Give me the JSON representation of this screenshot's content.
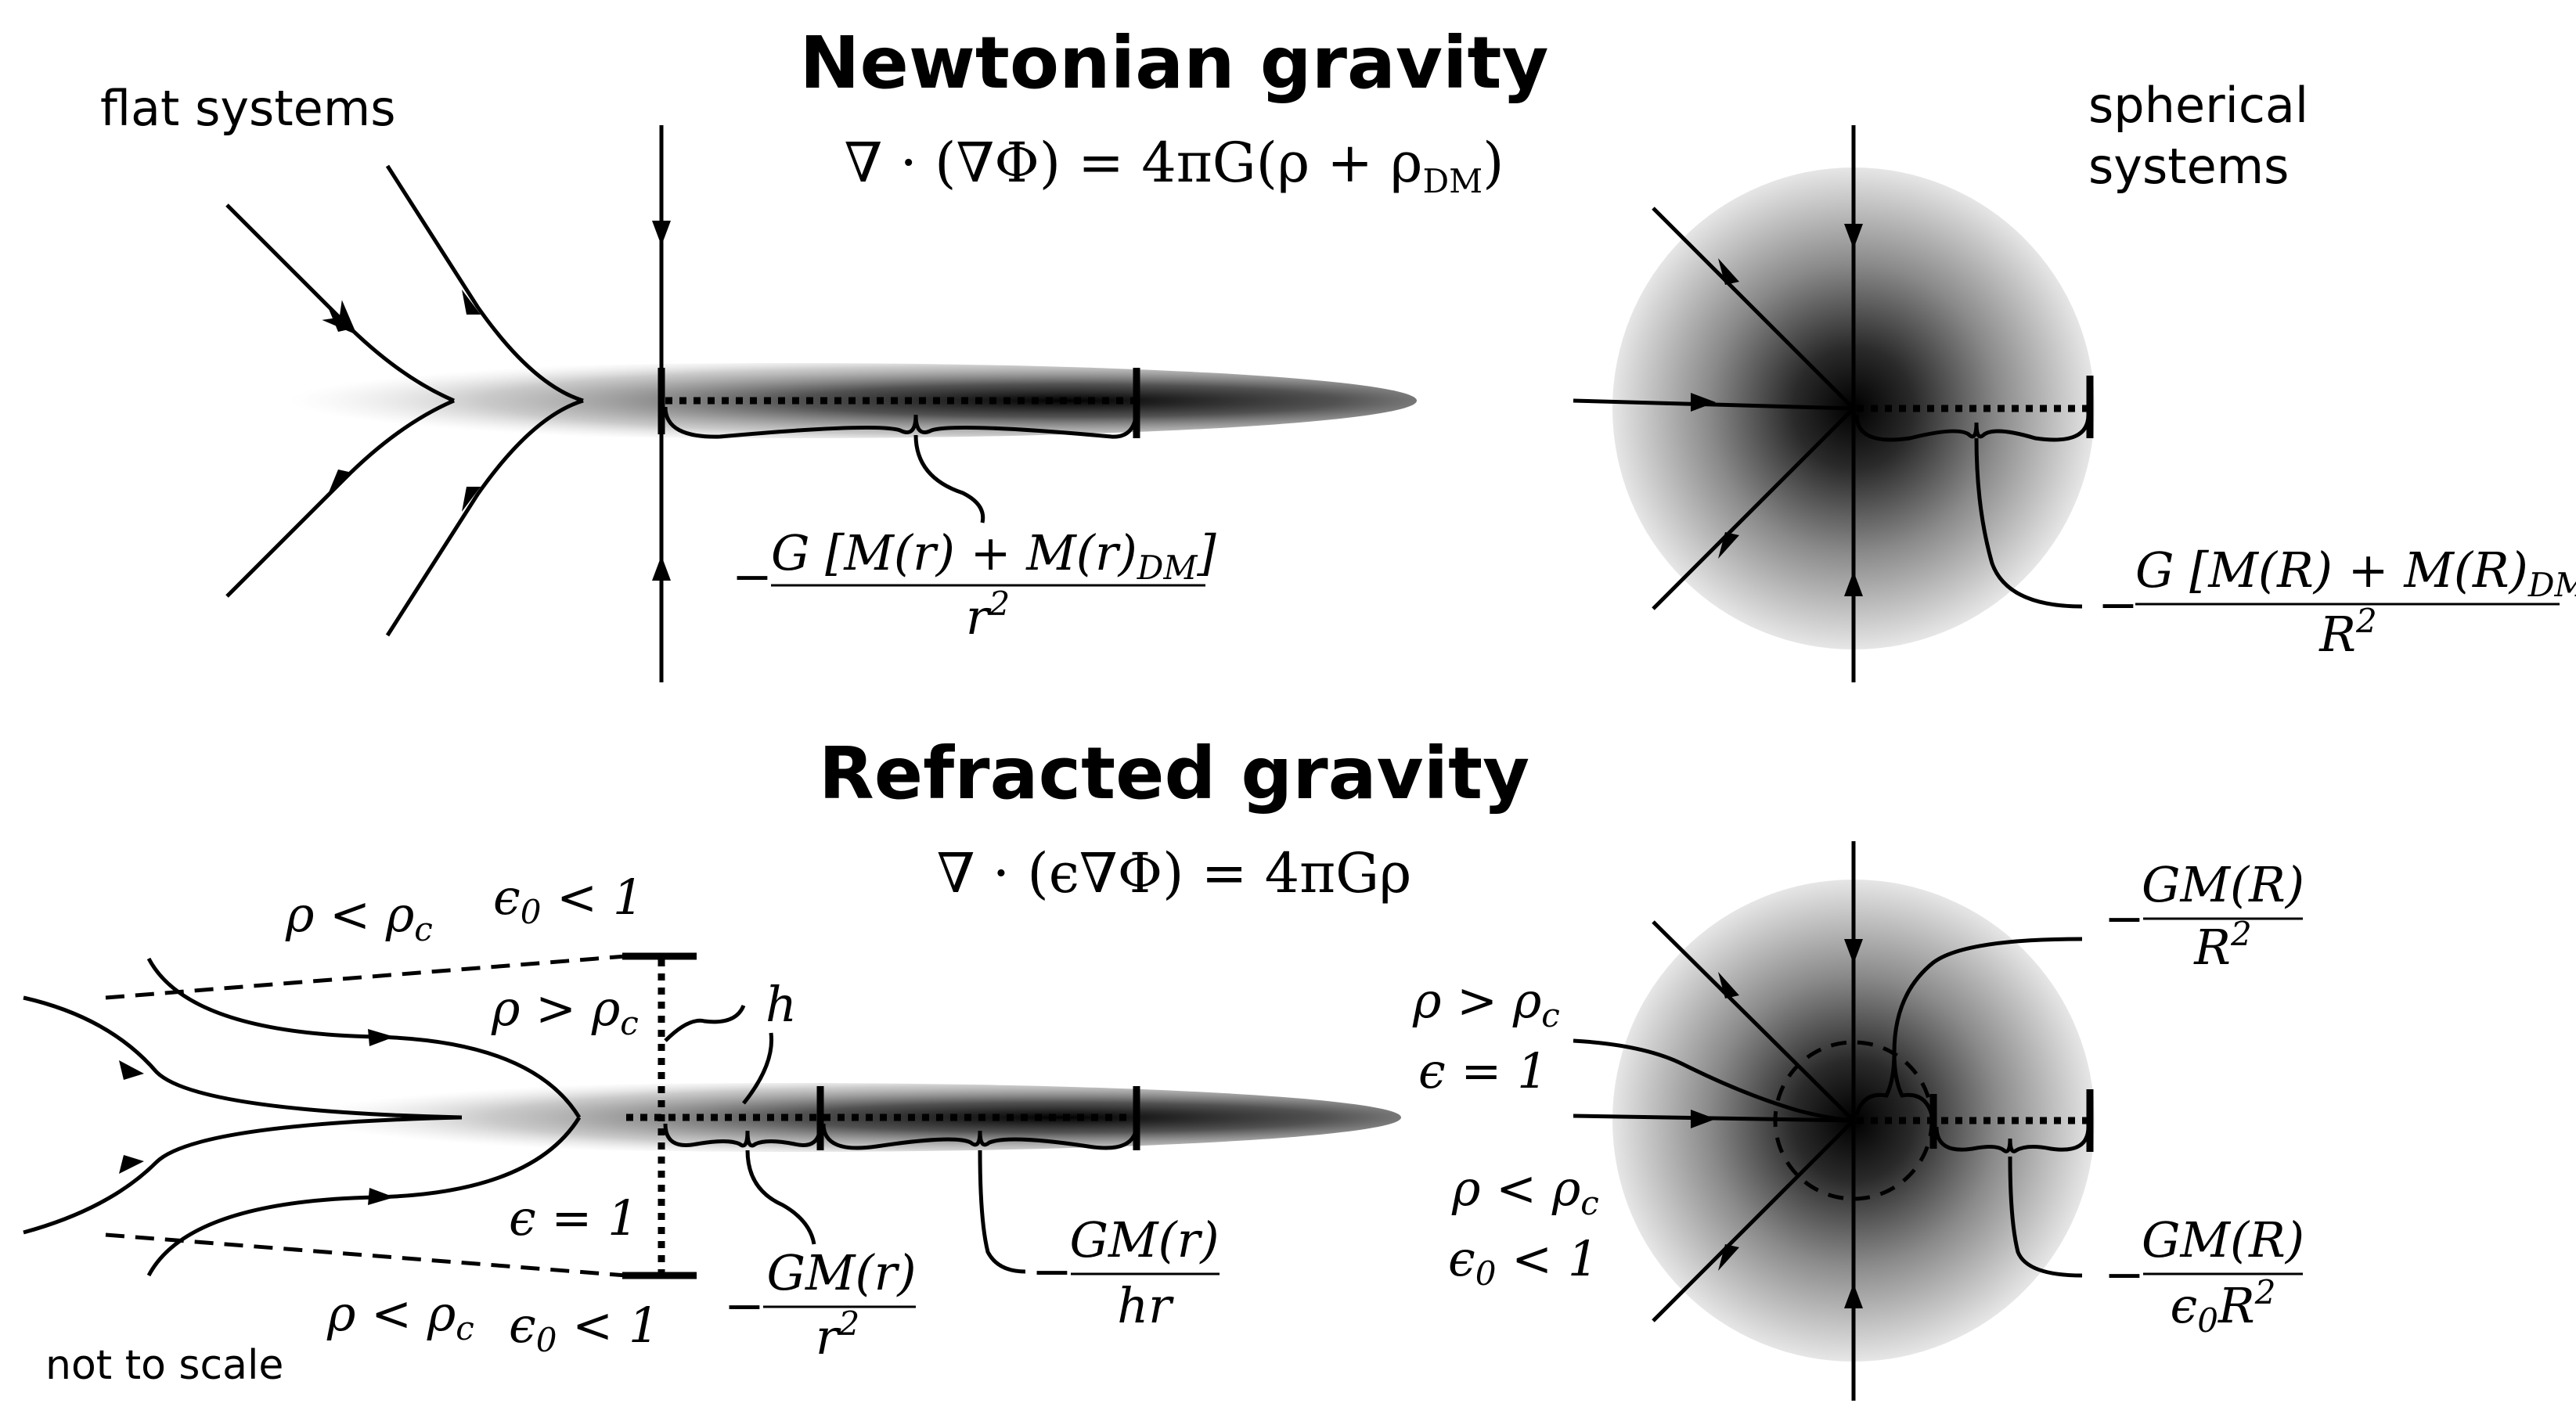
{
  "newtonian": {
    "title": "Newtonian gravity",
    "equation": "∇ · (∇Φ) = 4πG(ρ + ρ_DM)",
    "eq_main": "∇ · (∇Φ) = 4πG(ρ + ρ",
    "eq_sub": "DM",
    "eq_close": ")",
    "flat_label": "flat systems",
    "spherical_label_1": "spherical",
    "spherical_label_2": "systems",
    "flat_accel_prefix": "−",
    "flat_accel_num": "G [M(r) + M(r)",
    "flat_accel_num_sub": "DM",
    "flat_accel_num_close": "]",
    "flat_accel_den": "r",
    "flat_accel_den_sup": "2",
    "sph_accel_prefix": "−",
    "sph_accel_num": "G [M(R) + M(R)",
    "sph_accel_num_sub": "DM",
    "sph_accel_num_close": "]",
    "sph_accel_den": "R",
    "sph_accel_den_sup": "2"
  },
  "refracted": {
    "title": "Refracted gravity",
    "eq_main": "∇ · (ϵ∇Φ) = 4πGρ",
    "flat": {
      "top_rho_1": "ρ < ρ",
      "top_rho_1_sub": "c",
      "top_eps": "ϵ",
      "top_eps_sub": "0",
      "top_eps_rest": " < 1",
      "mid_rho": "ρ > ρ",
      "mid_rho_sub": "c",
      "h_label": "h",
      "mid_eps": "ϵ = 1",
      "bot_rho": "ρ < ρ",
      "bot_rho_sub": "c",
      "bot_eps": "ϵ",
      "bot_eps_sub": "0",
      "bot_eps_rest": " < 1",
      "accel1_prefix": "−",
      "accel1_num": "GM(r)",
      "accel1_den": "r",
      "accel1_den_sup": "2",
      "accel2_prefix": "−",
      "accel2_num": "GM(r)",
      "accel2_den": "hr",
      "not_to_scale": "not to scale"
    },
    "spherical": {
      "inner_rho": "ρ > ρ",
      "inner_rho_sub": "c",
      "inner_eps": "ϵ = 1",
      "outer_rho": "ρ < ρ",
      "outer_rho_sub": "c",
      "outer_eps": "ϵ",
      "outer_eps_sub": "0",
      "outer_eps_rest": " < 1",
      "accel_in_prefix": "−",
      "accel_in_num": "GM(R)",
      "accel_in_den": "R",
      "accel_in_den_sup": "2",
      "accel_out_prefix": "−",
      "accel_out_num": "GM(R)",
      "accel_out_den": "ϵ",
      "accel_out_den_sub": "0",
      "accel_out_den_rest": "R",
      "accel_out_den_sup": "2"
    }
  }
}
